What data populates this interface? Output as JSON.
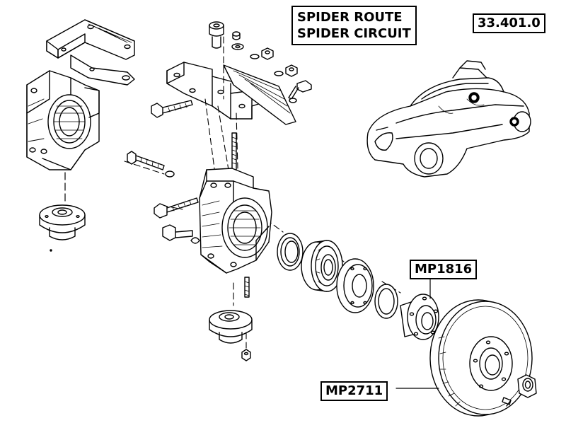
{
  "title": {
    "line1": "SPIDER ROUTE",
    "line2": "SPIDER CIRCUIT"
  },
  "reference_code": "33.401.0",
  "callouts": {
    "hub": "MP1816",
    "disc": "MP2711"
  },
  "colors": {
    "ink": "#000000",
    "paper": "#ffffff",
    "hatch": "#333333",
    "highlight": "#000000"
  },
  "icons": {
    "car": "roadster-car-icon"
  }
}
